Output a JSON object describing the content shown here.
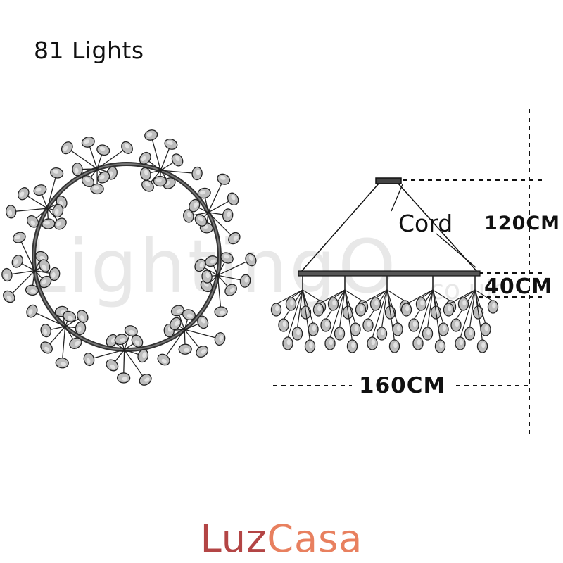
{
  "title": "81 Lights",
  "watermark": "LightingO",
  "watermark_domain": "co.uk",
  "dimensions": {
    "height_cord": "120CM",
    "height_body": "40CM",
    "width": "160CM",
    "cord_label": "Cord"
  },
  "brand": {
    "part1": "Luz",
    "part2": "Casa",
    "color_part1": "#b34545",
    "color_part2": "#e8805f"
  }
}
